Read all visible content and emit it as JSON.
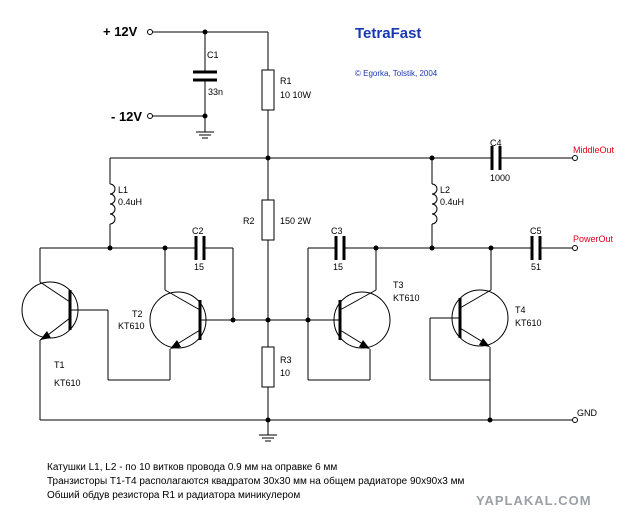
{
  "title": "TetraFast",
  "copyright": "© Egorka, Tolstik, 2004",
  "supply": {
    "pos": "+ 12V",
    "neg": "- 12V"
  },
  "c1": {
    "name": "C1",
    "value": "33n"
  },
  "r1": {
    "name": "R1",
    "value": "10 10W"
  },
  "r2": {
    "name": "R2",
    "value": "150 2W"
  },
  "r3": {
    "name": "R3",
    "value": "10"
  },
  "c4": {
    "name": "C4",
    "value": "1000"
  },
  "c5": {
    "name": "C5",
    "value": "51"
  },
  "l1": {
    "name": "L1",
    "value": "0.4uH"
  },
  "l2": {
    "name": "L2",
    "value": "0.4uH"
  },
  "c2": {
    "name": "C2",
    "value": "15"
  },
  "c3": {
    "name": "C3",
    "value": "15"
  },
  "t1": {
    "name": "T1",
    "value": "KT610"
  },
  "t2": {
    "name": "T2",
    "value": "KT610"
  },
  "t3": {
    "name": "T3",
    "value": "KT610"
  },
  "t4": {
    "name": "T4",
    "value": "KT610"
  },
  "outputs": {
    "middle": "MiddleOut",
    "power": "PowerOut",
    "gnd": "GND"
  },
  "notes": [
    "Катушки L1, L2 - по 10 витков провода 0.9 мм на оправке 6 мм",
    "Транзисторы T1-T4 располагаются квадратом 30x30 мм на общем радиаторе 90x90x3 мм",
    "Обший обдув резистора R1 и радиатора миникулером"
  ],
  "watermark": "YAPLAKAL.COM",
  "colors": {
    "title": "#1a37b4",
    "output_label": "#e0001a",
    "watermark": "#9aa0a6"
  }
}
